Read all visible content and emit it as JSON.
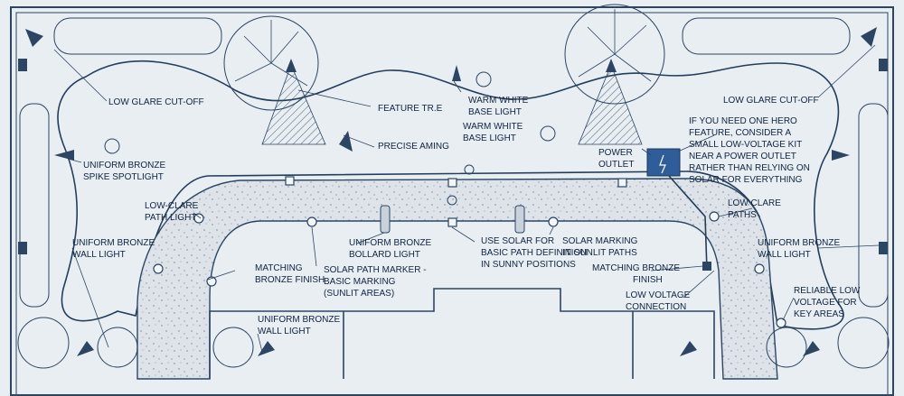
{
  "colors": {
    "background": "#e9eef2",
    "ink": "#2c4563",
    "path_fill": "#dfe5ea",
    "panel": "#2f5d9a"
  },
  "labels": {
    "low_glare_left": "LOW GLARE CUT-OFF",
    "feature_tree": "FEATURE TR.E",
    "warm_white_top_1": "WARM WHITE",
    "warm_white_top_2": "BASE LIGHT",
    "warm_white_mid_1": "WARM WHITE",
    "warm_white_mid_2": "BASE LIGHT",
    "uniform_spike_1": "UNIFORM BRONZE",
    "uniform_spike_2": "SPIKE SPOTLIGHT",
    "precise_aiming": "PRECISE AMING",
    "low_clare_path_1": "LOW-CLARE",
    "low_clare_path_2": "PATH LIGHT",
    "uniform_wall_left_1": "UNIFORM BRONZE",
    "uniform_wall_left_2": "WALL LIGHT",
    "matching_left_1": "MATCHING",
    "matching_left_2": "BRONZE FINISH",
    "bollard_1": "UNIFORM BRONZE",
    "bollard_2": "BOLLARD LIGHT",
    "solar_marker_1": "SOLAR PATH MARKER -",
    "solar_marker_2": "BASIC MARKING",
    "solar_marker_3": "(SUNLIT AREAS)",
    "use_solar_1": "USE SOLAR FOR",
    "use_solar_2": "BASIC PATH DEFINITION",
    "use_solar_3": "IN SUNNY POSITIONS",
    "solar_marking_1": "SOLAR MARKING",
    "solar_marking_2": "IN SUNLIT PATHS",
    "uniform_wall_bottom_1": "UNIFORM BRONZE",
    "uniform_wall_bottom_2": "WALL LIGHT",
    "power_outlet_1": "POWER",
    "power_outlet_2": "OUTLET",
    "hero_1": "IF YOU NEED ONE HERO",
    "hero_2": "FEATURE, CONSIDER A",
    "hero_3": "SMALL LOW-VOLTAGE KIT",
    "hero_4": "NEAR A POWER OUTLET",
    "hero_5": "RATHER THAN RELYING ON",
    "hero_6": "SOLAR FOR EVERYTHING",
    "low_glare_right": "LOW GLARE CUT-OFF",
    "low_clare_paths_1": "LOW CLARE",
    "low_clare_paths_2": "PATHS",
    "uniform_wall_right_1": "UNIFORM BRONZE",
    "uniform_wall_right_2": "WALL LIGHT",
    "matching_right_1": "MATCHING BRONZE",
    "matching_right_2": "FINISH",
    "low_voltage_1": "LOW VOLTAGE",
    "low_voltage_2": "CONNECTION",
    "reliable_1": "RELIABLE LOW",
    "reliable_2": "VOLTAGE FOR",
    "reliable_3": "KEY AREAS"
  }
}
